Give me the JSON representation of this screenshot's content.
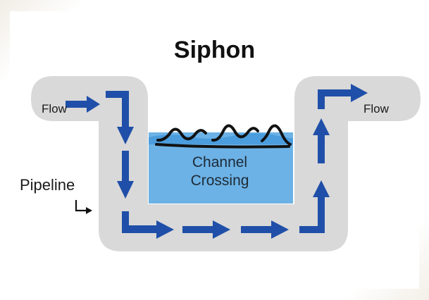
{
  "diagram": {
    "title": "Siphon",
    "labels": {
      "flow_in": "Flow",
      "flow_out": "Flow",
      "pipeline": "Pipeline",
      "channel_line1": "Channel",
      "channel_line2": "Crossing"
    },
    "colors": {
      "pipe": "#d9d9d9",
      "water": "#6cb2e6",
      "water_surface": "#4b9ddd",
      "arrow": "#1f4fa8",
      "waves": "#111111"
    },
    "icons": [
      "flow-arrow-icon",
      "pipeline-pointer-arrow-icon",
      "wave-icon"
    ]
  }
}
